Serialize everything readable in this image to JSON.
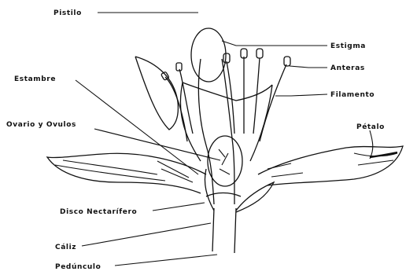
{
  "labels": {
    "pistilo": "Pistilo",
    "estigma": "Estigma",
    "anteras": "Anteras",
    "estambre": "Estambre",
    "filamento": "Filamento",
    "ovario": "Ovario y Ovulos",
    "petalo": "Pétalo",
    "disco": "Disco Nectarífero",
    "caliz": "Cáliz",
    "pedunculo": "Pedúnculo"
  }
}
